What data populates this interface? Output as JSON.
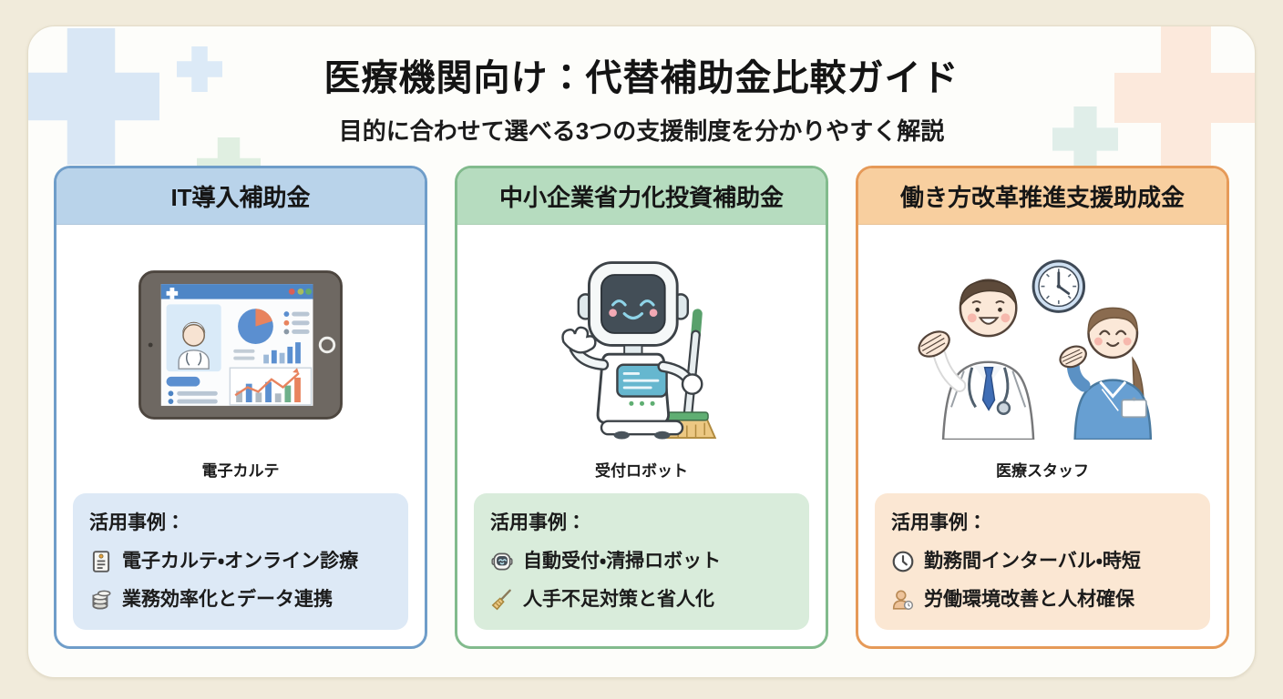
{
  "page": {
    "title": "医療機関向け：代替補助金比較ガイド",
    "subtitle": "目的に合わせて選べる3つの支援制度を分かりやすく解説"
  },
  "cards": [
    {
      "title": "IT導入補助金",
      "illustration": "tablet-electronic-medical-record",
      "caption": "電子カルテ",
      "usecase_label": "活用事例：",
      "items": [
        {
          "icon": "document-icon",
          "text": "電子カルテ・オンライン診療"
        },
        {
          "icon": "database-icon",
          "text": "業務効率化とデータ連携"
        }
      ],
      "colors": {
        "border": "#6f9dc9",
        "header_bg": "#b9d3ea",
        "usecase_bg": "#dde9f6"
      }
    },
    {
      "title": "中小企業省力化投資補助金",
      "illustration": "reception-robot",
      "caption": "受付ロボット",
      "usecase_label": "活用事例：",
      "items": [
        {
          "icon": "robot-icon",
          "text": "自動受付・清掃ロボット"
        },
        {
          "icon": "broom-icon",
          "text": "人手不足対策と省人化"
        }
      ],
      "colors": {
        "border": "#82bb8d",
        "header_bg": "#b6dcbf",
        "usecase_bg": "#d9ecdb"
      }
    },
    {
      "title": "働き方改革推進支援助成金",
      "illustration": "medical-staff",
      "caption": "医療スタッフ",
      "usecase_label": "活用事例：",
      "items": [
        {
          "icon": "clock-icon",
          "text": "勤務間インターバル・時短"
        },
        {
          "icon": "person-icon",
          "text": "労働環境改善と人材確保"
        }
      ],
      "colors": {
        "border": "#e69a58",
        "header_bg": "#f8cf9f",
        "usecase_bg": "#fbe7d3"
      }
    }
  ],
  "decor": {
    "background": "#f1ebdb",
    "panel": "#fdfdfa",
    "cross_blue": "#d9e7f5",
    "cross_green": "#e0efe1",
    "cross_peach": "#fce9dc",
    "cross_teal": "#e0eee9"
  }
}
